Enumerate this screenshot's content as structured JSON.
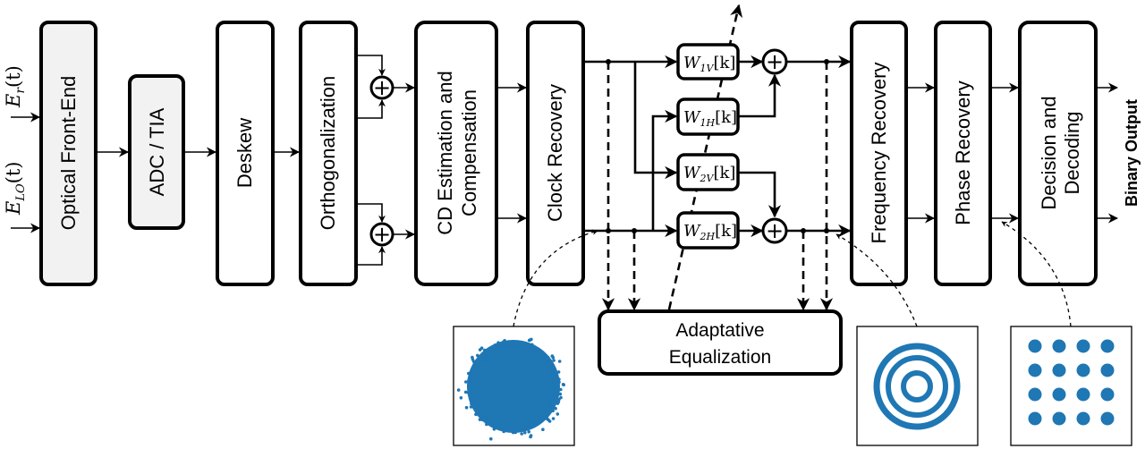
{
  "blocks": {
    "optical_front_end": "Optical Front-End",
    "adc_tia": "ADC / TIA",
    "deskew": "Deskew",
    "orthogonalization": "Orthogonalization",
    "cd_line1": "CD Estimation and",
    "cd_line2": "Compensation",
    "clock_recovery": "Clock Recovery",
    "frequency_recovery": "Frequency Recovery",
    "phase_recovery": "Phase Recovery",
    "decision_line1": "Decision and",
    "decision_line2": "Decoding",
    "adaptive_line1": "Adaptative",
    "adaptive_line2": "Equalization"
  },
  "inputs": {
    "er": {
      "base": "E",
      "sub": "r",
      "arg": "(t)"
    },
    "elo": {
      "base": "E",
      "sub": "LO",
      "arg": "(t)"
    }
  },
  "filters": [
    {
      "base": "W",
      "sub": "1V",
      "arg": "[k]"
    },
    {
      "base": "W",
      "sub": "1H",
      "arg": "[k]"
    },
    {
      "base": "W",
      "sub": "2V",
      "arg": "[k]"
    },
    {
      "base": "W",
      "sub": "2H",
      "arg": "[k]"
    }
  ],
  "adder_symbol": "+",
  "output_label": "Binary Output",
  "colors": {
    "constellation": "#1f77b4",
    "gray_block": "#f2f2f2",
    "stroke": "#000000"
  },
  "constellations": [
    {
      "name": "after-clock-recovery",
      "shape": "gaussian-cloud"
    },
    {
      "name": "after-equalization",
      "shape": "concentric-rings",
      "rings": 3
    },
    {
      "name": "after-phase-recovery",
      "shape": "16-QAM grid",
      "rows": 4,
      "cols": 4
    }
  ]
}
